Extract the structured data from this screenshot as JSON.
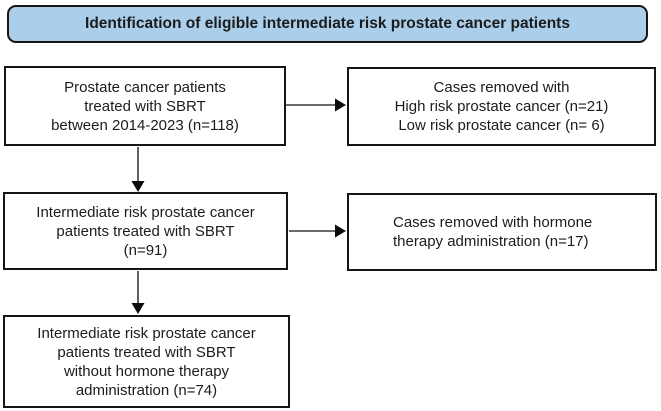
{
  "title": "Identification of eligible intermediate risk prostate cancer patients",
  "colors": {
    "title_bg": "#abceea",
    "border": "#161616",
    "arrow": "#3a3a3a"
  },
  "flow": {
    "box1": {
      "lines": [
        "Prostate cancer patients",
        "treated with SBRT",
        "between 2014-2023 (n=118)"
      ]
    },
    "removed1": {
      "lines": [
        "Cases removed with",
        "High risk prostate cancer (n=21)",
        "Low risk prostate cancer (n= 6)"
      ]
    },
    "box2": {
      "lines": [
        "Intermediate risk prostate cancer",
        "patients treated with SBRT",
        "(n=91)"
      ]
    },
    "removed2": {
      "lines": [
        "Cases removed with hormone",
        "therapy administration (n=17)"
      ]
    },
    "box3": {
      "lines": [
        "Intermediate risk prostate cancer",
        "patients treated with SBRT",
        "without hormone therapy",
        "administration (n=74)"
      ]
    }
  }
}
